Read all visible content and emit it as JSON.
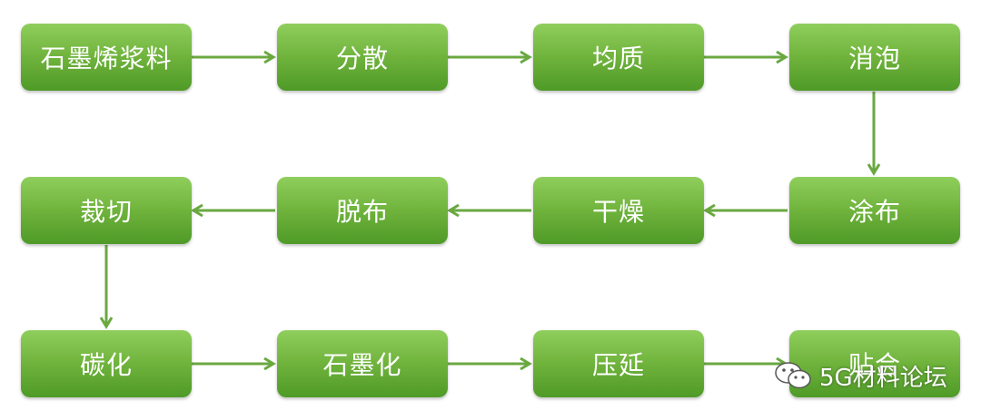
{
  "nodes": [
    {
      "id": "graphene-slurry",
      "label": "石墨烯浆料"
    },
    {
      "id": "disperse",
      "label": "分散"
    },
    {
      "id": "homogenize",
      "label": "均质"
    },
    {
      "id": "defoam",
      "label": "消泡"
    },
    {
      "id": "coating",
      "label": "涂布"
    },
    {
      "id": "drying",
      "label": "干燥"
    },
    {
      "id": "peel-off",
      "label": "脱布"
    },
    {
      "id": "cutting",
      "label": "裁切"
    },
    {
      "id": "carbonize",
      "label": "碳化"
    },
    {
      "id": "graphitize",
      "label": "石墨化"
    },
    {
      "id": "calender",
      "label": "压延"
    },
    {
      "id": "lamination",
      "label": "贴合"
    }
  ],
  "edges": [
    {
      "from": "graphene-slurry",
      "to": "disperse"
    },
    {
      "from": "disperse",
      "to": "homogenize"
    },
    {
      "from": "homogenize",
      "to": "defoam"
    },
    {
      "from": "defoam",
      "to": "coating"
    },
    {
      "from": "coating",
      "to": "drying"
    },
    {
      "from": "drying",
      "to": "peel-off"
    },
    {
      "from": "peel-off",
      "to": "cutting"
    },
    {
      "from": "cutting",
      "to": "carbonize"
    },
    {
      "from": "carbonize",
      "to": "graphitize"
    },
    {
      "from": "graphitize",
      "to": "calender"
    },
    {
      "from": "calender",
      "to": "lamination"
    }
  ],
  "colors": {
    "node": "#6fb33c",
    "arrow": "#6aa841",
    "text": "#ffffff"
  },
  "watermark": {
    "icon": "wechat-icon",
    "text": "5G材料论坛"
  }
}
